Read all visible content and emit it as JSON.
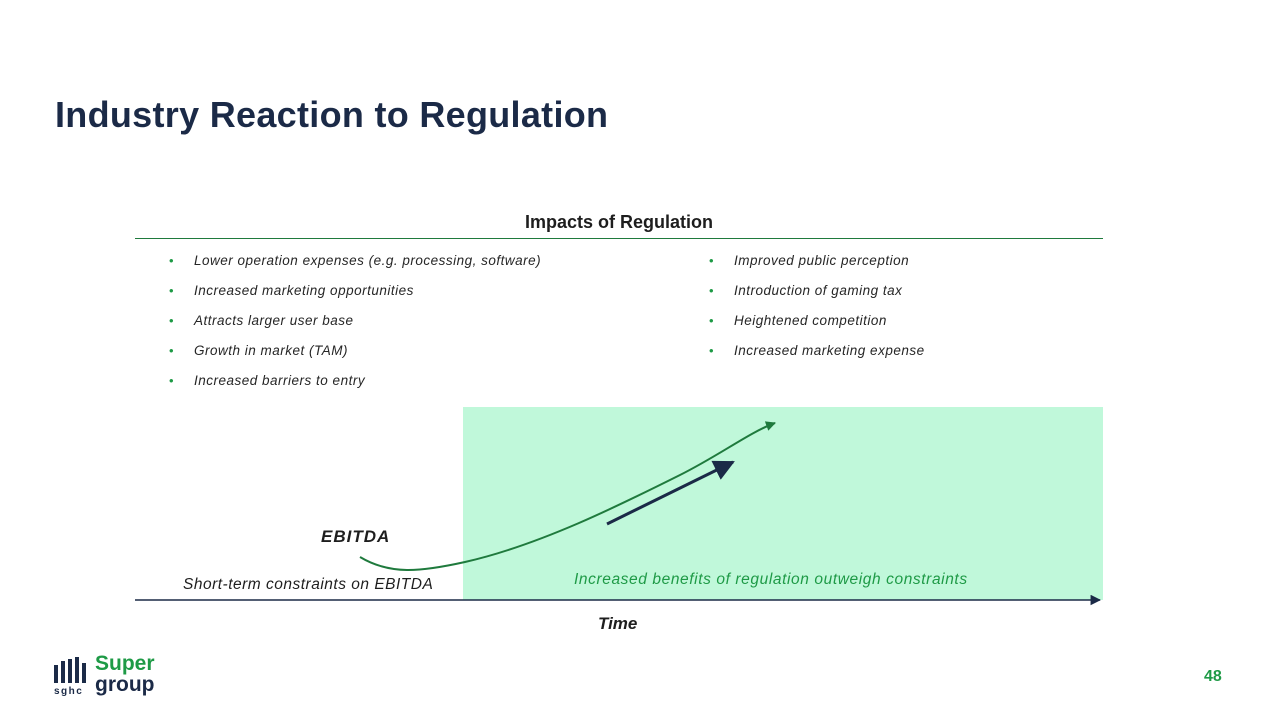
{
  "slide": {
    "title": "Industry Reaction to Regulation",
    "page_number": "48"
  },
  "impacts": {
    "heading": "Impacts of Regulation",
    "left_bullets": [
      "Lower operation expenses (e.g. processing, software)",
      "Increased marketing opportunities",
      "Attracts larger user base",
      "Growth in market (TAM)",
      "Increased barriers to entry"
    ],
    "right_bullets": [
      "Improved public perception",
      "Introduction of gaming tax",
      "Heightened competition",
      "Increased marketing expense"
    ]
  },
  "diagram": {
    "curve_label": "EBITDA",
    "x_axis_label": "Time",
    "short_term_label": "Short-term constraints on EBITDA",
    "benefits_label": "Increased benefits of regulation outweigh constraints"
  },
  "logo": {
    "primary": "Super",
    "secondary": "group",
    "ticker": "sghc"
  },
  "colors": {
    "title_navy": "#1b2a47",
    "brand_green": "#1e9a46",
    "benefit_zone": "#c0f8da",
    "curve_green": "#1f7a3d"
  },
  "icons": {
    "bullet": "bullet-dot-icon",
    "logo_mark": "sghc-bars-logo-icon"
  }
}
